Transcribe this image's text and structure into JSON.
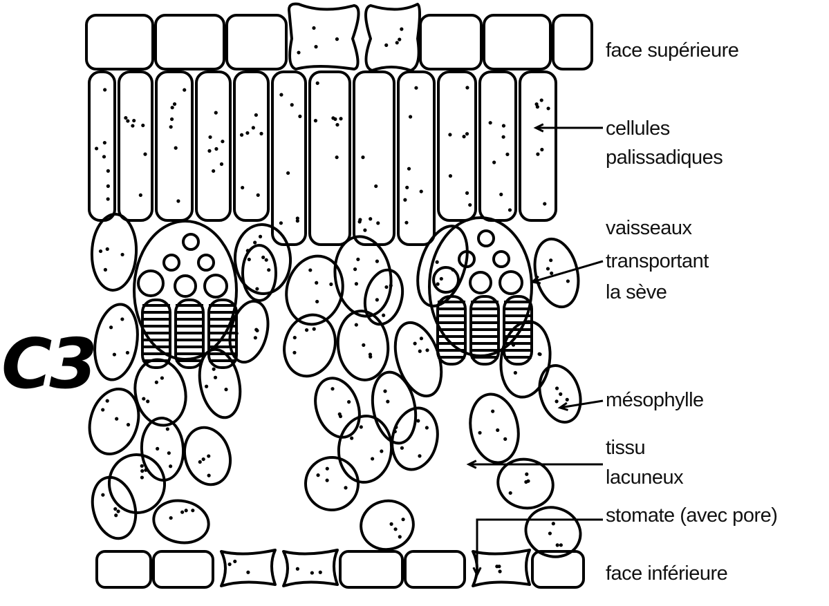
{
  "diagram": {
    "type_label": "C3",
    "labels": {
      "upper_face": "face supérieure",
      "palisade_1": "cellules",
      "palisade_2": "palissadiques",
      "vessels_1": "vaisseaux",
      "vessels_2": "transportant",
      "vessels_3": "la sève",
      "mesophyll": "mésophylle",
      "spongy_1": "tissu",
      "spongy_2": "lacuneux",
      "stomata": "stomate (avec pore)",
      "lower_face": "face inférieure"
    }
  }
}
